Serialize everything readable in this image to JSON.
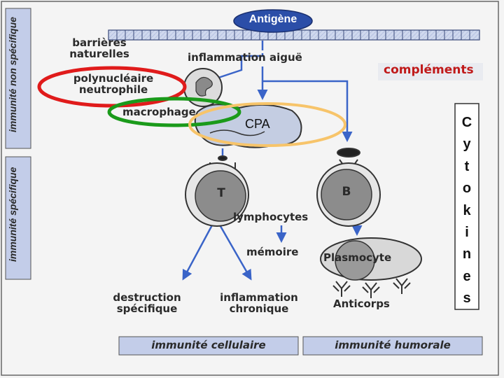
{
  "antigen": "Antigène",
  "side_labels": {
    "non_specific": "immunité non spécifique",
    "specific": "immunité spécifique"
  },
  "labels": {
    "barrieres": [
      "barrières",
      "naturelles"
    ],
    "inflammation_aigue": "inflammation aiguë",
    "polynucleaire": [
      "polynucléaire",
      "neutrophile"
    ],
    "macrophage": "macrophage",
    "cpa": "CPA",
    "complements": "compléments",
    "cell_t": "T",
    "cell_b": "B",
    "lymphocytes": "lymphocytes",
    "memoire": "mémoire",
    "plasmocyte": "Plasmocyte",
    "anticorps": "Anticorps",
    "destruction": [
      "destruction",
      "spécifique"
    ],
    "inflammation_chronique": [
      "inflammation",
      "chronique"
    ]
  },
  "cytokines": [
    "C",
    "y",
    "t",
    "o",
    "k",
    "i",
    "n",
    "e",
    "s"
  ],
  "footer": {
    "cellulaire": "immunité cellulaire",
    "humorale": "immunité humorale"
  },
  "colors": {
    "arrow": "#3a64c8",
    "highlight_red": "#e01b1b",
    "highlight_green": "#1a9a1a",
    "highlight_orange": "#f7c46a",
    "antigen_fill": "#2b4ea8",
    "complements_text": "#c01a1a",
    "band_fill": "#b9c6e6"
  }
}
